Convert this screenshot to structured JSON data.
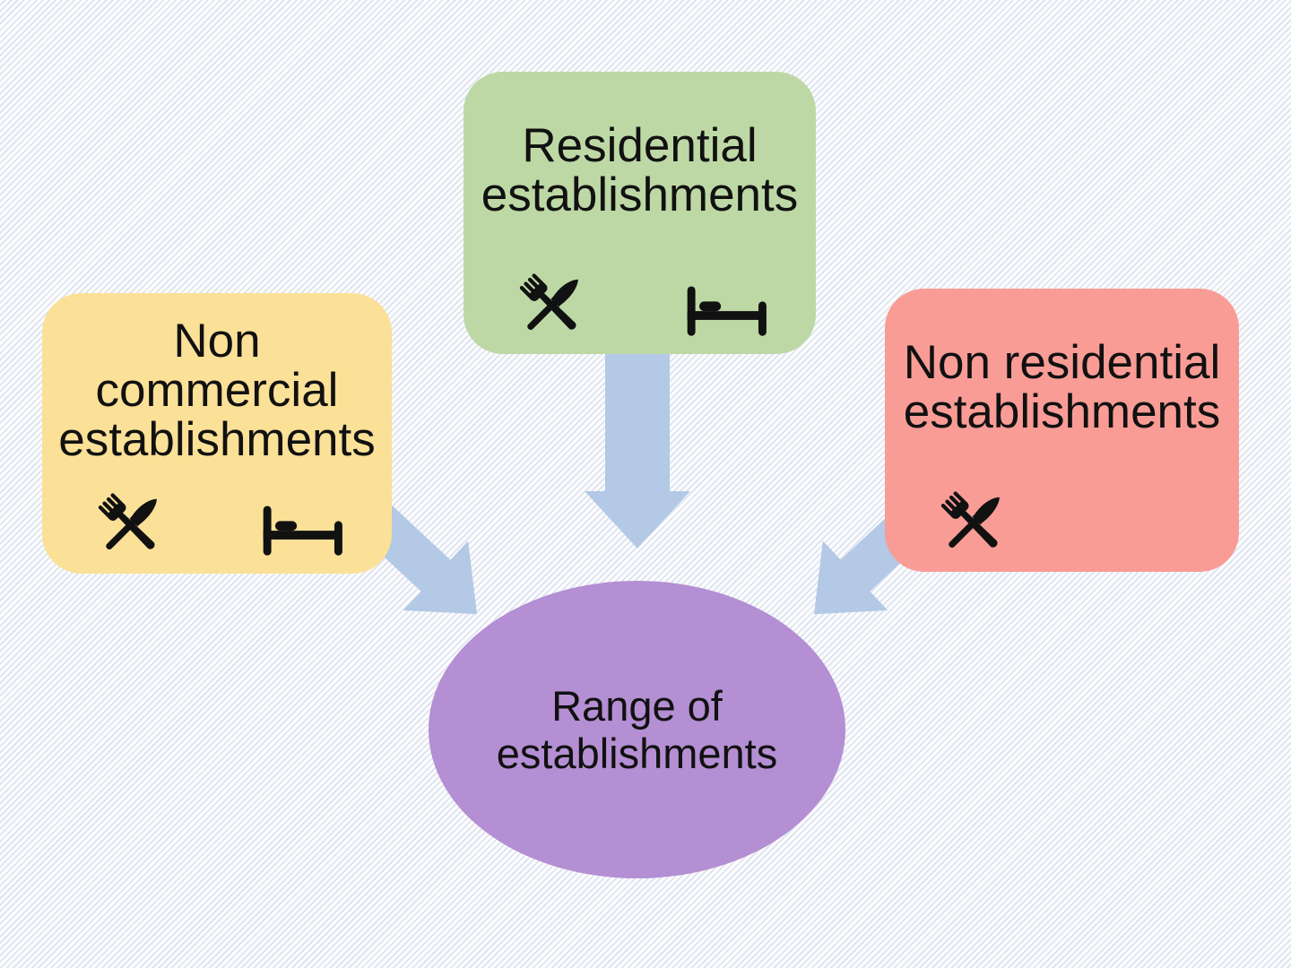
{
  "page_title": "Range of establishments",
  "colors": {
    "non_commercial_fill": "#FBE097",
    "residential_fill": "#BDD8A5",
    "non_residential_fill": "#F99C96",
    "range_fill": "#B48FD3",
    "arrow": "#B3C9E6",
    "text": "#111111",
    "icon": "#111111",
    "background_base": "#FDFDFE",
    "background_stripe": "#DFE5F0"
  },
  "nodes": {
    "non_commercial": {
      "lines": [
        "Non",
        "commercial",
        "establishments"
      ],
      "icons": [
        "fork-knife-icon",
        "bed-icon"
      ]
    },
    "residential": {
      "lines": [
        "Residential",
        "establishments"
      ],
      "icons": [
        "fork-knife-icon",
        "bed-icon"
      ]
    },
    "non_residential": {
      "lines": [
        "Non residential",
        "establishments"
      ],
      "icons": [
        "fork-knife-icon"
      ]
    },
    "range": {
      "lines": [
        "Range of",
        "establishments"
      ],
      "icons": []
    }
  },
  "arrows": [
    {
      "name": "non-commercial-to-range",
      "direction": "down-right"
    },
    {
      "name": "residential-to-range",
      "direction": "down"
    },
    {
      "name": "non-residential-to-range",
      "direction": "down-left"
    }
  ]
}
